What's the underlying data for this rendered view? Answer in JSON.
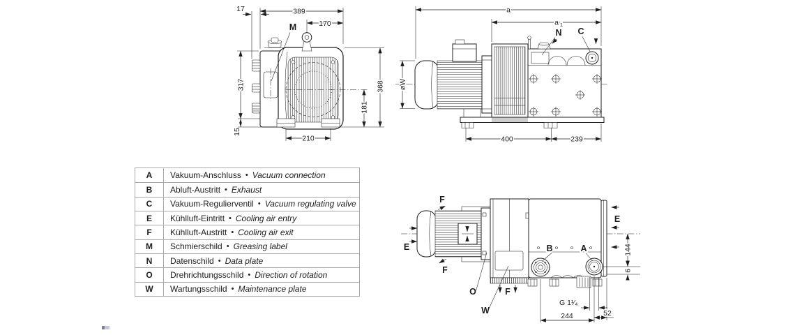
{
  "front_view": {
    "dim_17": "17",
    "dim_389": "389",
    "dim_170": "170",
    "dim_317": "317",
    "dim_15": "15",
    "dim_368": "368",
    "dim_181": "181",
    "dim_210": "210",
    "label_m": "M"
  },
  "side_view": {
    "dim_a": "a",
    "dim_a1_base": "a",
    "dim_a1_sub": "1",
    "dim_ow": "øW",
    "dim_400": "400",
    "dim_239": "239",
    "label_n": "N",
    "label_c": "C"
  },
  "top_view": {
    "label_f_motor_top": "F",
    "label_f_motor_bottom": "F",
    "label_e_left": "E",
    "label_e_right": "E",
    "label_b": "B",
    "label_a": "A",
    "label_o": "O",
    "label_w": "W",
    "label_f_bottom": "F",
    "dim_144": "144",
    "dim_6": "6",
    "dim_g_thread": "G 1¹⁄₄",
    "dim_244": "244",
    "dim_52": "52"
  },
  "legend": {
    "separator": "•",
    "rows": [
      {
        "key": "A",
        "de": "Vakuum-Anschluss",
        "en": "Vacuum connection"
      },
      {
        "key": "B",
        "de": "Abluft-Austritt",
        "en": "Exhaust"
      },
      {
        "key": "C",
        "de": "Vakuum-Regulierventil",
        "en": "Vacuum regulating valve"
      },
      {
        "key": "E",
        "de": "Kühlluft-Eintritt",
        "en": "Cooling air entry"
      },
      {
        "key": "F",
        "de": "Kühlluft-Austritt",
        "en": "Cooling air exit"
      },
      {
        "key": "M",
        "de": "Schmierschild",
        "en": "Greasing label"
      },
      {
        "key": "N",
        "de": "Datenschild",
        "en": "Data plate"
      },
      {
        "key": "O",
        "de": "Drehrichtungsschild",
        "en": "Direction of rotation"
      },
      {
        "key": "W",
        "de": "Wartungsschild",
        "en": "Maintenance plate"
      }
    ]
  }
}
